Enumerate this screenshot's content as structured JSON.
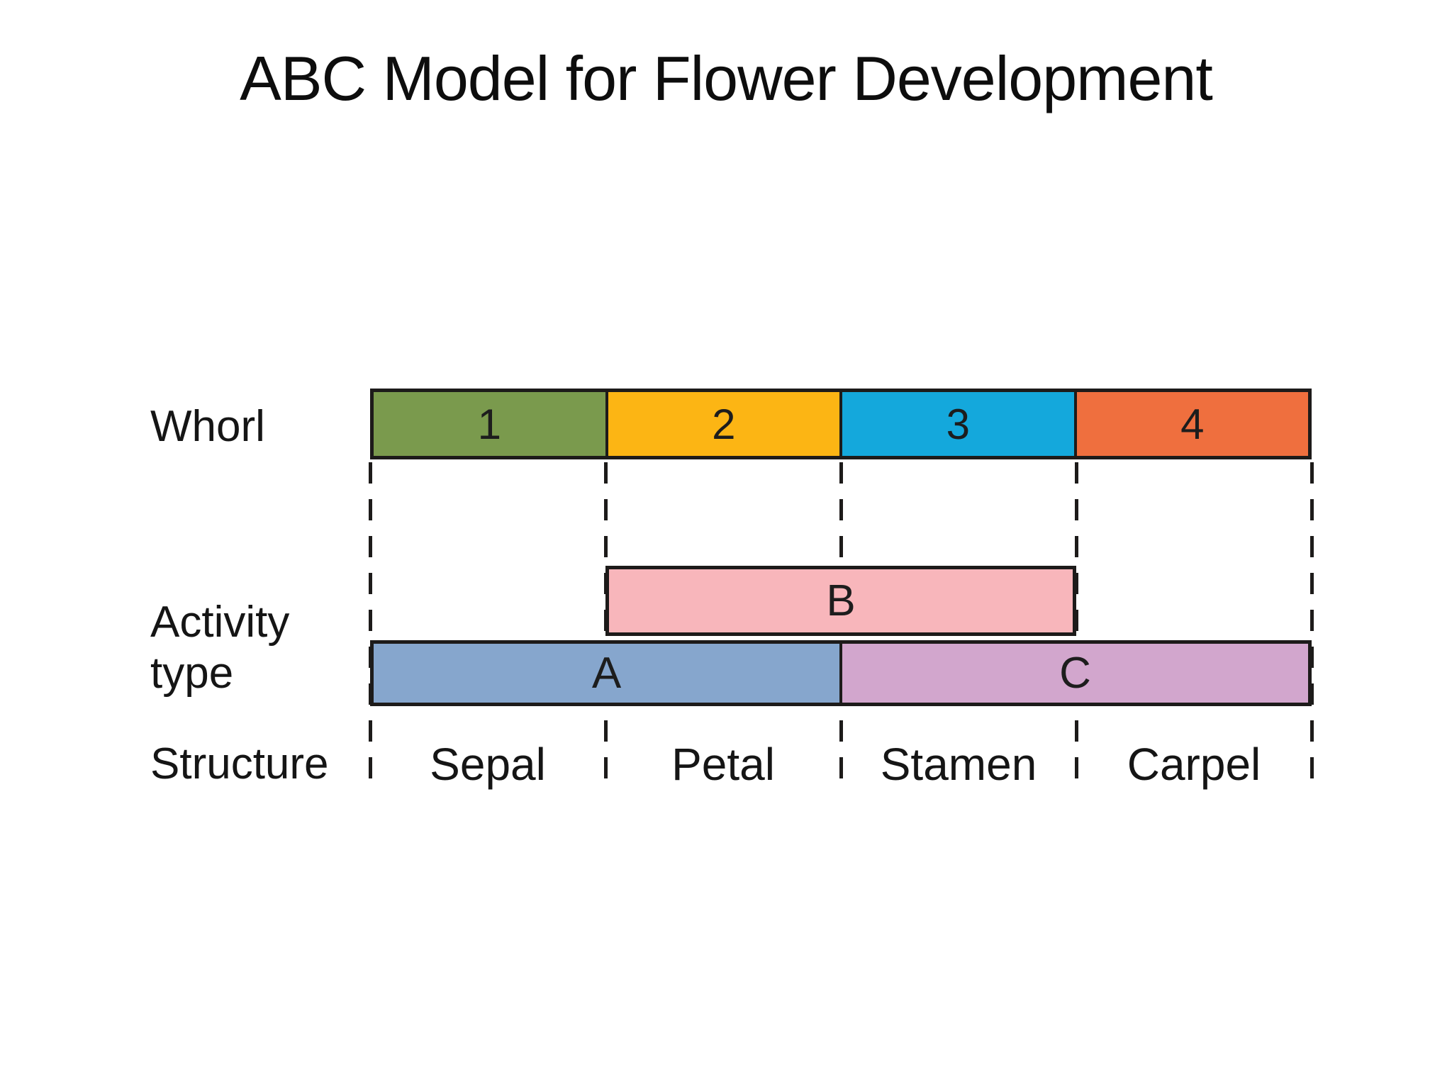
{
  "page": {
    "title": "ABC Model for Flower Development",
    "background": "#ffffff"
  },
  "rows": {
    "whorl_label": "Whorl",
    "activity_label_line1": "Activity",
    "activity_label_line2": "type",
    "structure_label": "Structure"
  },
  "whorl": {
    "cells": [
      {
        "number": "1",
        "color": "#7a9a4d"
      },
      {
        "number": "2",
        "color": "#fcb514"
      },
      {
        "number": "3",
        "color": "#14a8dc"
      },
      {
        "number": "4",
        "color": "#ef6f3e"
      }
    ]
  },
  "activity": {
    "bars": [
      {
        "label": "A",
        "color": "#86a6cd"
      },
      {
        "label": "B",
        "color": "#f8b6bb"
      },
      {
        "label": "C",
        "color": "#d2a6cd"
      }
    ]
  },
  "structure": {
    "items": [
      "Sepal",
      "Petal",
      "Stamen",
      "Carpel"
    ]
  },
  "colors": {
    "ink": "#1d1b1a",
    "text": "#141414"
  }
}
